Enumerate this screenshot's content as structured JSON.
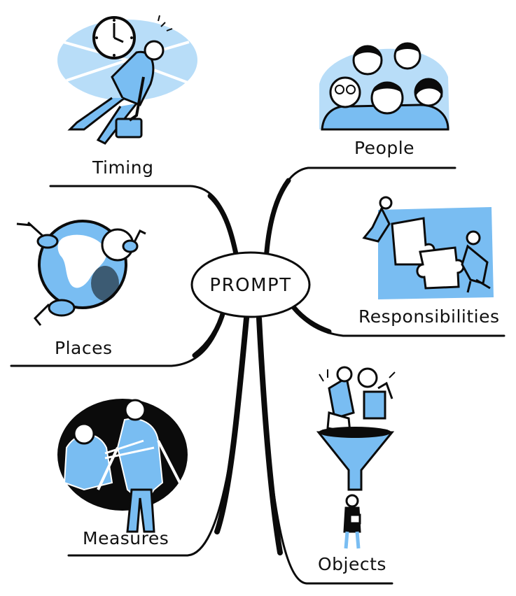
{
  "center": {
    "label": "PROMPT"
  },
  "branches": {
    "timing": {
      "label": "Timing",
      "icon": "busy-clock-man-icon"
    },
    "people": {
      "label": "People",
      "icon": "group-of-people-icon"
    },
    "places": {
      "label": "Places",
      "icon": "globe-travelers-icon"
    },
    "responsibilities": {
      "label": "Responsibilities",
      "icon": "puzzle-teamwork-icon"
    },
    "measures": {
      "label": "Measures",
      "icon": "tailor-measuring-icon"
    },
    "objects": {
      "label": "Objects",
      "icon": "funnel-objects-icon"
    }
  },
  "colors": {
    "accent": "#79bdf2",
    "ink": "#0b0b0b",
    "background": "#ffffff"
  }
}
